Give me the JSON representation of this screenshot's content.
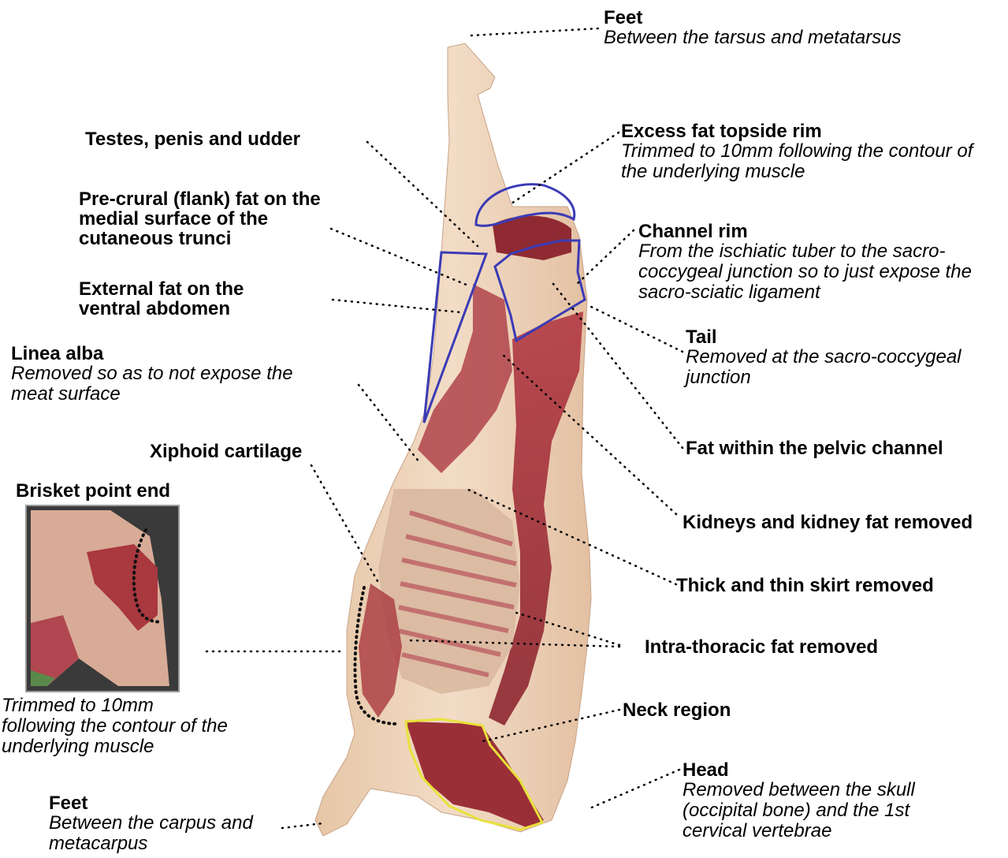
{
  "labels": {
    "feet_top": {
      "title": "Feet",
      "desc": "Between the tarsus and metatarsus"
    },
    "testes": {
      "title": "Testes, penis and udder"
    },
    "excess_fat": {
      "title": "Excess fat topside rim",
      "desc": "Trimmed to 10mm following the contour of the underlying muscle"
    },
    "precrural": {
      "title": "Pre-crural (flank) fat on the medial surface of the cutaneous trunci"
    },
    "channel_rim": {
      "title": "Channel rim",
      "desc": "From the ischiatic tuber to the sacro-coccygeal junction so to just expose the sacro-sciatic ligament"
    },
    "external_fat": {
      "title": "External fat on the ventral abdomen"
    },
    "tail": {
      "title": "Tail",
      "desc": "Removed at the sacro-coccygeal junction"
    },
    "linea_alba": {
      "title": "Linea alba",
      "desc": "Removed so as to not expose the meat surface"
    },
    "pelvic_fat": {
      "title": "Fat within the pelvic channel"
    },
    "xiphoid": {
      "title": "Xiphoid cartilage"
    },
    "kidneys": {
      "title": "Kidneys and kidney fat removed"
    },
    "skirt": {
      "title": "Thick and thin skirt removed"
    },
    "intra_thoracic": {
      "title": "Intra-thoracic fat removed"
    },
    "neck": {
      "title": "Neck region"
    },
    "head": {
      "title": "Head",
      "desc": "Removed between the skull (occipital bone) and the 1st cervical vertebrae"
    },
    "feet_bottom": {
      "title": "Feet",
      "desc": "Between the carpus and metacarpus"
    }
  },
  "inset": {
    "title": "Brisket point end",
    "note": "Trimmed to 10mm following the contour of the underlying muscle"
  },
  "colors": {
    "outline_blue": "#3b3bb5",
    "outline_yellow": "#e8e23a",
    "fat": "#ecd2b9",
    "meat": "#a8323a",
    "leader": "#000000"
  }
}
